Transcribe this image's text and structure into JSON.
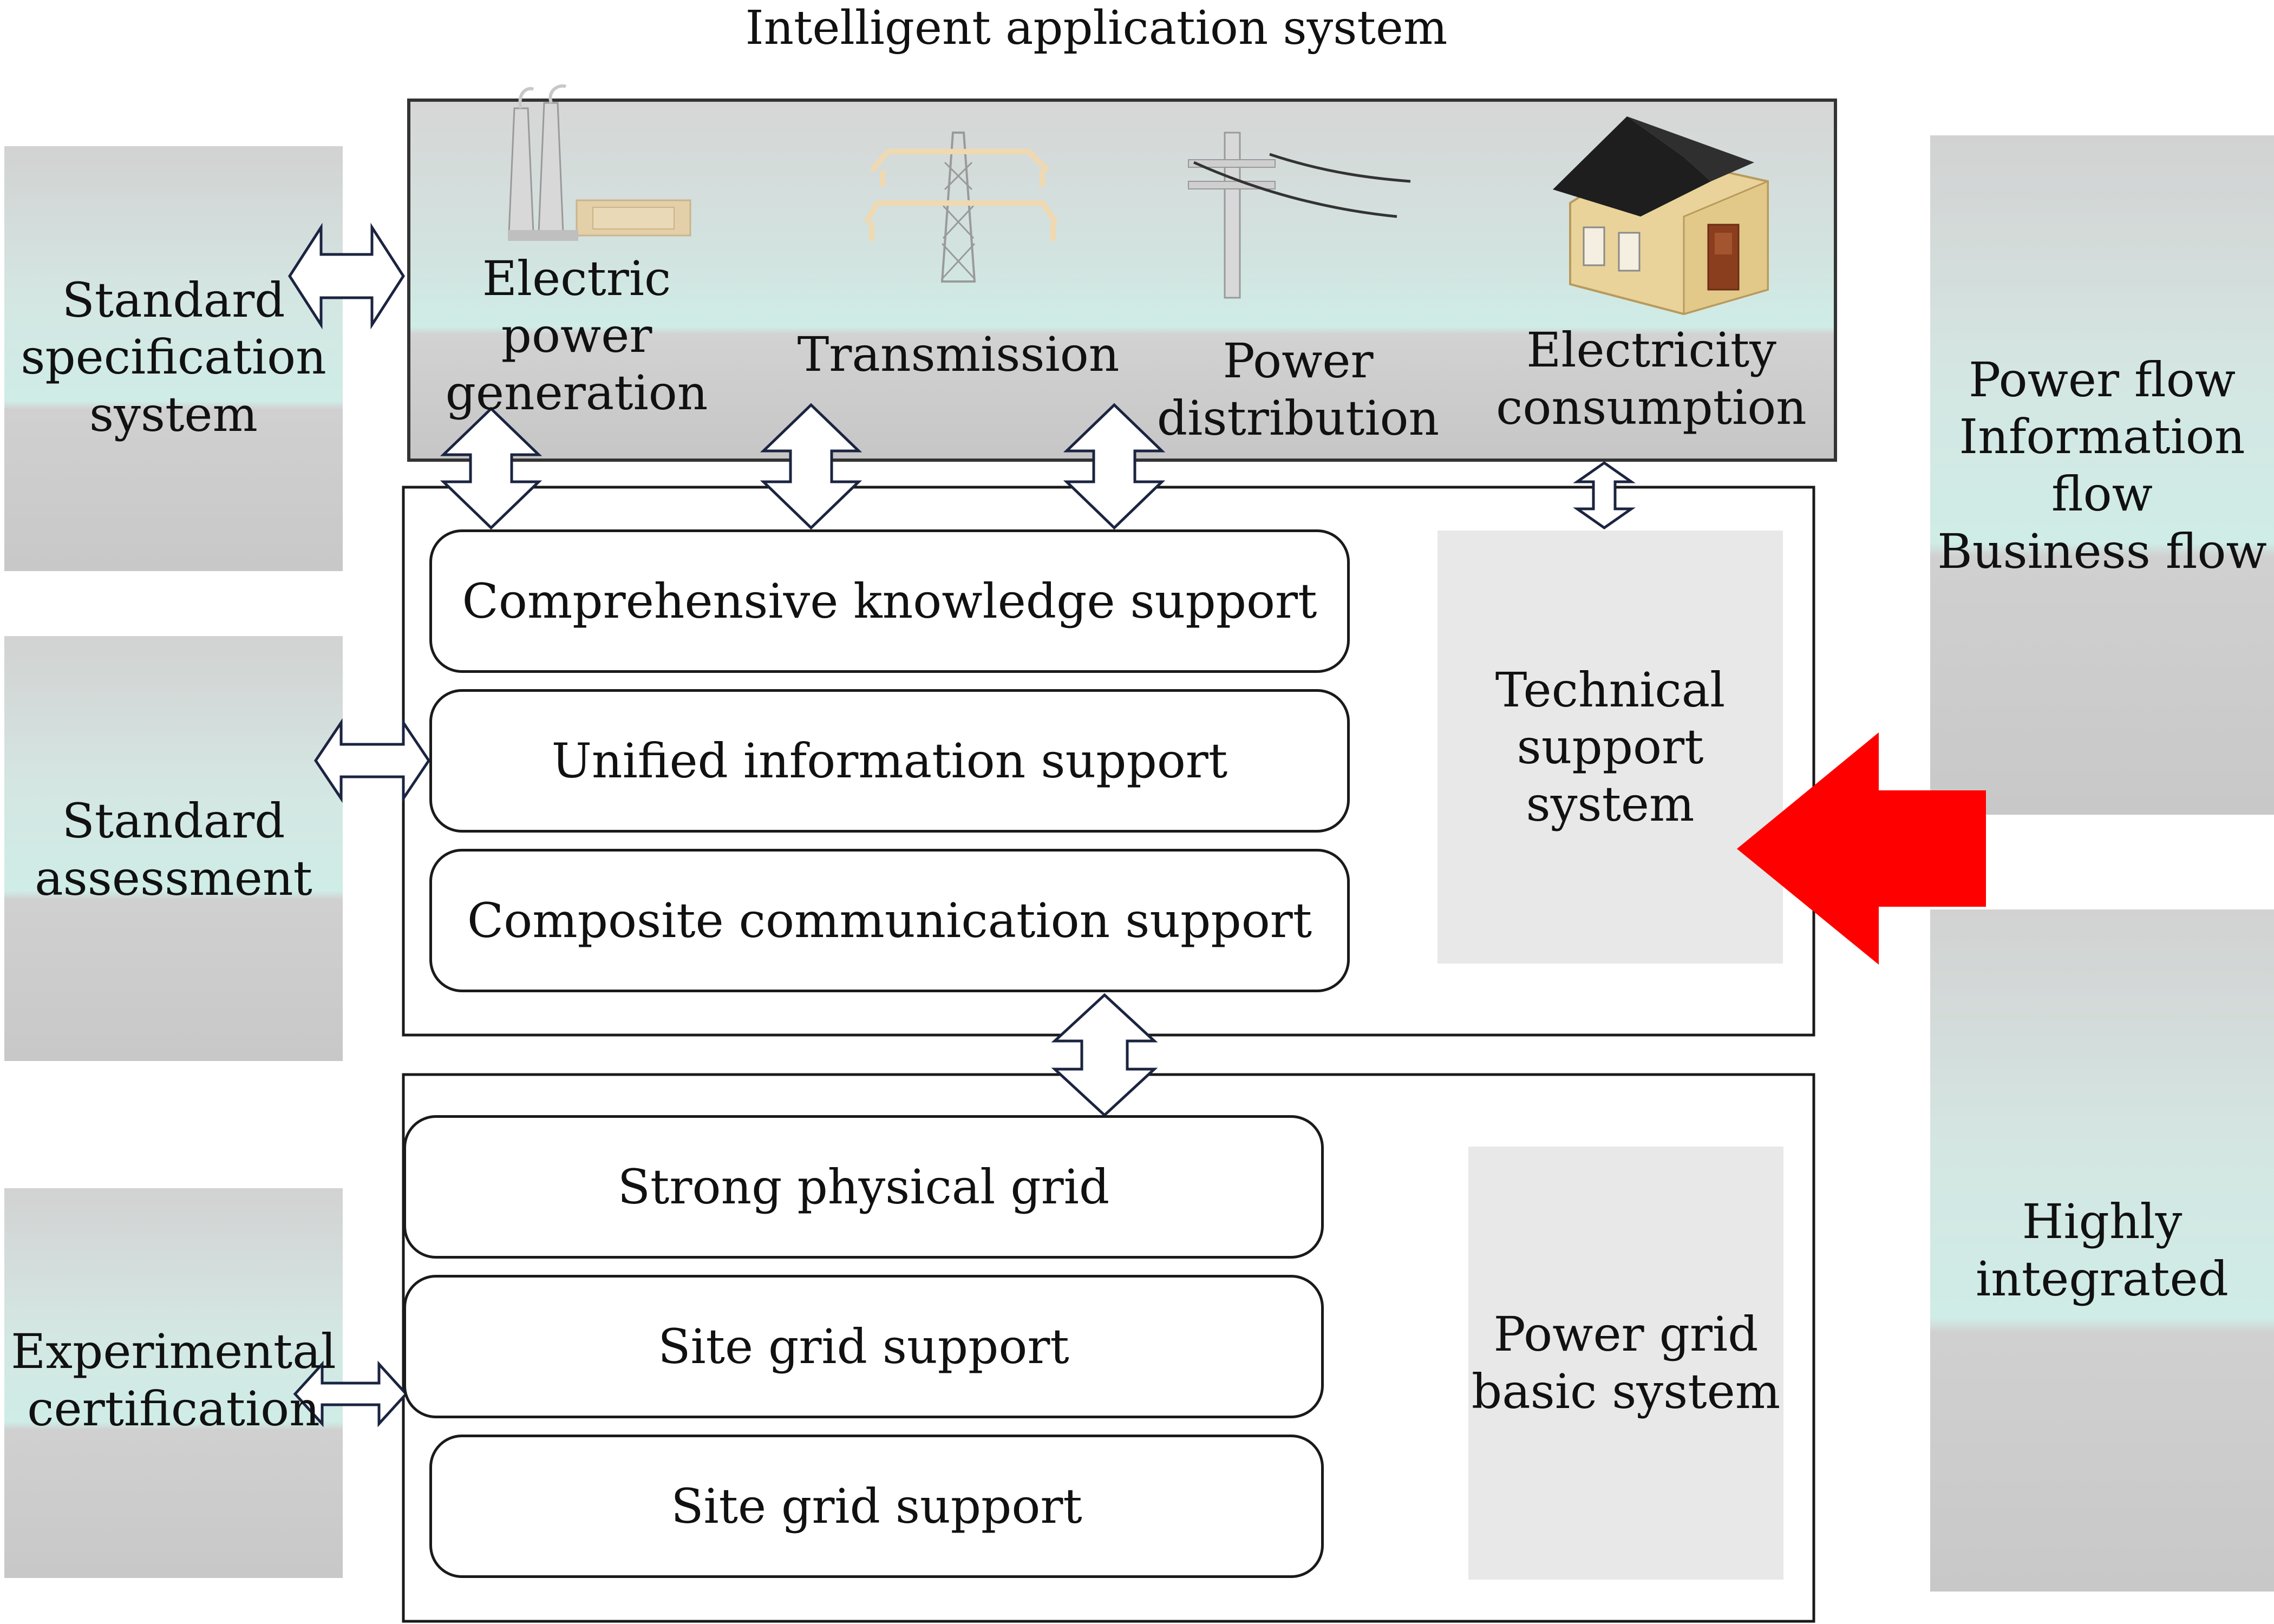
{
  "title": "Intelligent application system",
  "left_panels": [
    {
      "label": "Standard\nspecification\nsystem"
    },
    {
      "label": "Standard\nassessment"
    },
    {
      "label": "Experimental\ncertification"
    }
  ],
  "right_panels": [
    {
      "label": "Power flow\nInformation\nflow\nBusiness flow"
    },
    {
      "label": "Highly\nintegrated"
    }
  ],
  "application_stages": [
    {
      "label": "Electric power\ngeneration",
      "icon": "power-plant-icon"
    },
    {
      "label": "Transmission",
      "icon": "transmission-tower-icon"
    },
    {
      "label": "Power\ndistribution",
      "icon": "utility-pole-icon"
    },
    {
      "label": "Electricity\nconsumption",
      "icon": "house-icon"
    }
  ],
  "technical_support": {
    "items": [
      "Comprehensive knowledge support",
      "Unified information support",
      "Composite communication support"
    ],
    "label": "Technical\nsupport\nsystem"
  },
  "grid_basic": {
    "items": [
      "Strong physical grid",
      "Site grid support",
      "Site grid support"
    ],
    "label": "Power grid\nbasic system"
  },
  "colors": {
    "panel_gray": "#d0d0d0",
    "panel_mint": "#cfeae6",
    "label_box": "#e8e8e8",
    "arrow_outline": "#1b2440",
    "big_arrow": "#ff0000"
  }
}
